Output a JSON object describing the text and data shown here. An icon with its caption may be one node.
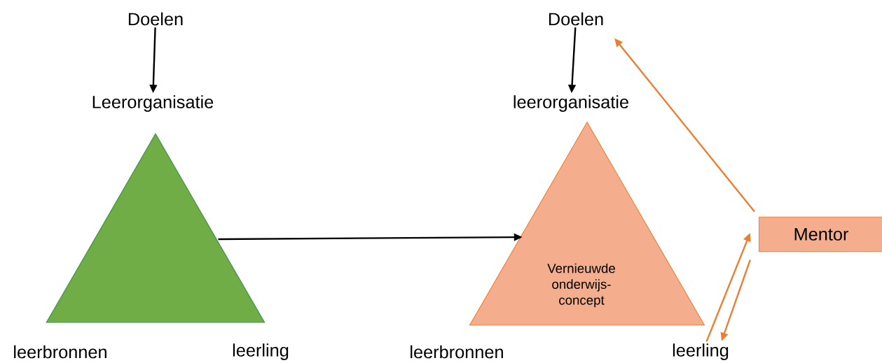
{
  "diagram": {
    "nodes": [
      {
        "text": [
          "Doelen"
        ]
      },
      {
        "text": [
          "Leerorganisatie"
        ]
      },
      {
        "text": [],
        "shape": "triangle"
      },
      {
        "text": [
          "leerbronnen"
        ]
      },
      {
        "text": [
          "leerling"
        ]
      },
      {
        "text": [
          "Doelen"
        ]
      },
      {
        "text": [
          "leerorganisatie"
        ]
      },
      {
        "text": [
          "Vernieuwde onderwijs-concept"
        ]
      },
      {
        "text": [
          "leerbronnen"
        ]
      },
      {
        "text": [
          "leerling"
        ]
      },
      {
        "text": [
          "Mentor"
        ]
      }
    ],
    "edges": [
      {
        "from": 0,
        "to": 1,
        "arrow": "to",
        "color": "#000000"
      },
      {
        "from": 2,
        "to": 7,
        "arrow": "to",
        "color": "#000000"
      },
      {
        "from": 5,
        "to": 6,
        "arrow": "to",
        "color": "#000000"
      },
      {
        "from": 10,
        "to": 5,
        "arrow": "to",
        "color": "#ed7d31"
      },
      {
        "from": 9,
        "to": 10,
        "arrow": "to",
        "color": "#ed7d31"
      },
      {
        "from": 10,
        "to": 9,
        "arrow": "to",
        "color": "#ed7d31"
      }
    ]
  }
}
